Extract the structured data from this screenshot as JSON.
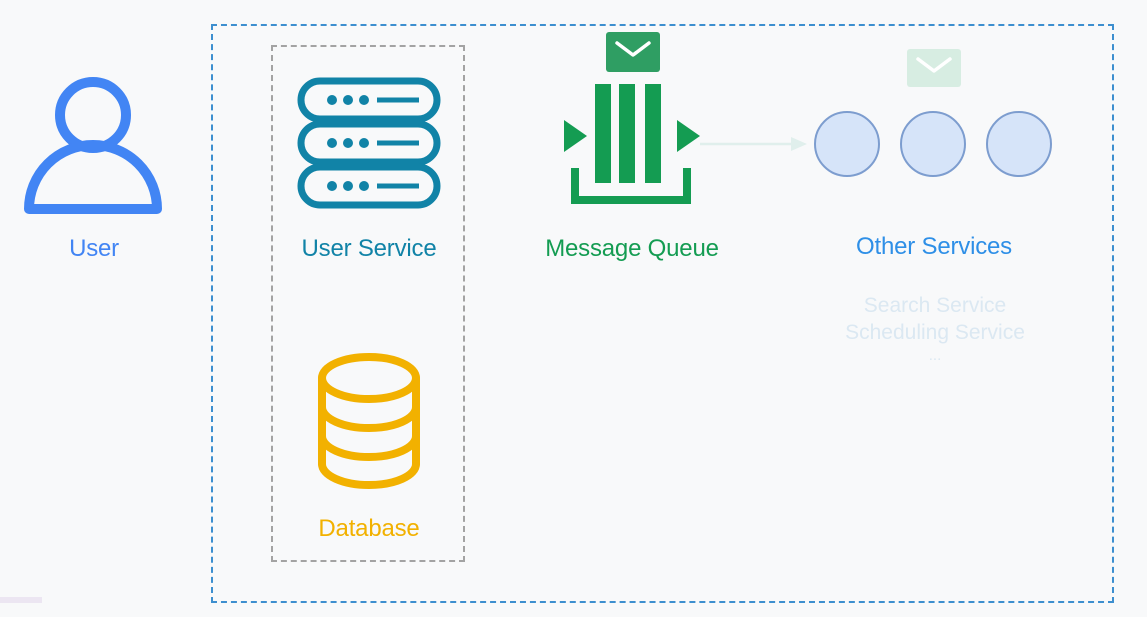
{
  "colors": {
    "background": "#f8f9fa",
    "user": "#4285f4",
    "user_service": "#1183a7",
    "message_queue": "#149c52",
    "database": "#f2b100",
    "other_services": "#2e8fe7",
    "faded_text": "#dbe8f2",
    "service_circle_fill": "#d6e4f9",
    "service_circle_stroke": "#7d9dcf",
    "outer_border": "#3d8fcf",
    "inner_border": "#a3a3a3"
  },
  "icons": {
    "user": "person-icon",
    "user_service": "server-stack-icon",
    "database": "database-cylinder-icon",
    "message_queue": "message-queue-icon",
    "message": "envelope-icon",
    "service": "circle-icon"
  },
  "nodes": {
    "user": {
      "label": "User"
    },
    "user_service": {
      "label": "User Service"
    },
    "database": {
      "label": "Database"
    },
    "message_queue": {
      "label": "Message Queue"
    },
    "other_services": {
      "label": "Other Services",
      "items": [
        "Search Service",
        "Scheduling Service",
        "..."
      ]
    }
  }
}
